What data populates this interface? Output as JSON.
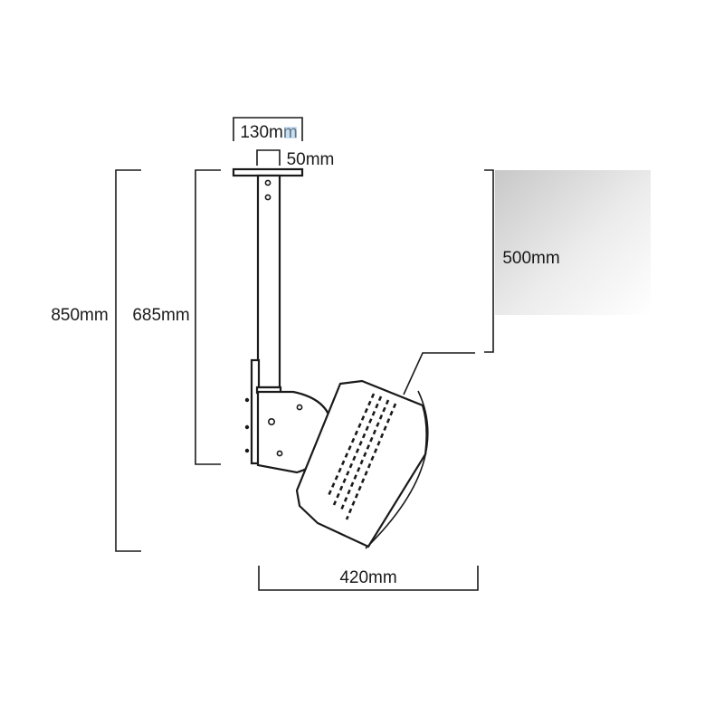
{
  "dimensions": {
    "top_plate_width": "130mm",
    "pole_width": "50mm",
    "total_height": "850mm",
    "mount_height": "685mm",
    "clearance": "500mm",
    "head_width": "420mm"
  }
}
